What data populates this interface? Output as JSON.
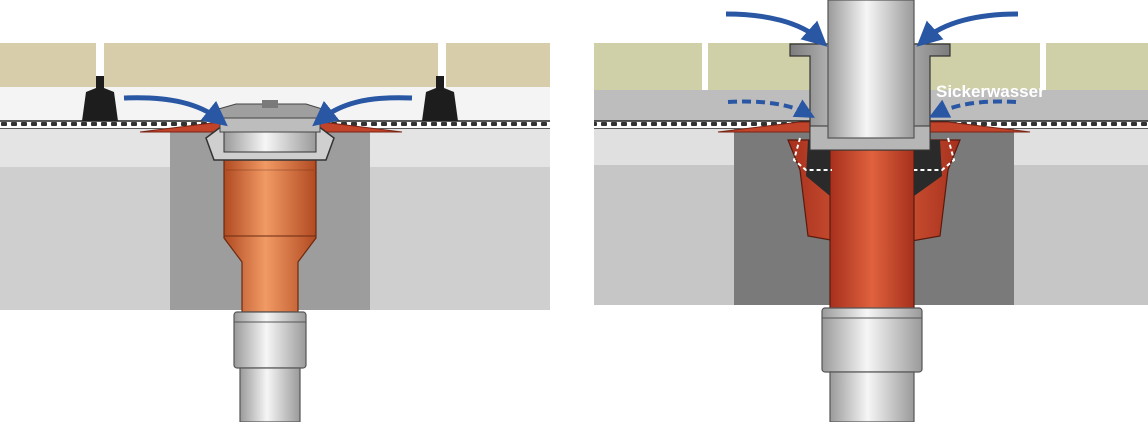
{
  "diagram": {
    "labels": {
      "seepage": "Sickerwasser"
    },
    "colors": {
      "paving": "#d8cdaa",
      "paving_right": "#cfd0a8",
      "screed": "#e3e3e3",
      "screed_gray": "#bdbdbd",
      "concrete": "#cfcfcf",
      "cavity": "#9b9b9b",
      "cavity_dark": "#7d7d7d",
      "pipe_orange": "#d9733f",
      "pipe_red": "#c1432a",
      "pipe_gray": "#d8d8d8",
      "arrow_blue": "#2a57a4",
      "seepage_text": "#ffffff"
    },
    "panels": [
      {
        "name": "left-panel",
        "flow": "surface-water"
      },
      {
        "name": "right-panel",
        "flow": "surface-and-seepage-water"
      }
    ]
  }
}
